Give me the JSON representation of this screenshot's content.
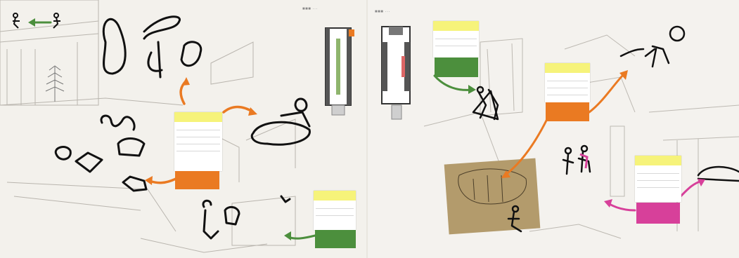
{
  "photo": {
    "panels": [
      {
        "id": "left-board",
        "cards": 2
      },
      {
        "id": "right-board",
        "cards": 3
      }
    ],
    "accent_colors": {
      "note_yellow": "#f6f37a",
      "green": "#4c8f3d",
      "orange": "#ea7a22",
      "pink": "#d7409a"
    },
    "icons": [
      "route-arrow-icon",
      "floor-plan-icon"
    ]
  }
}
